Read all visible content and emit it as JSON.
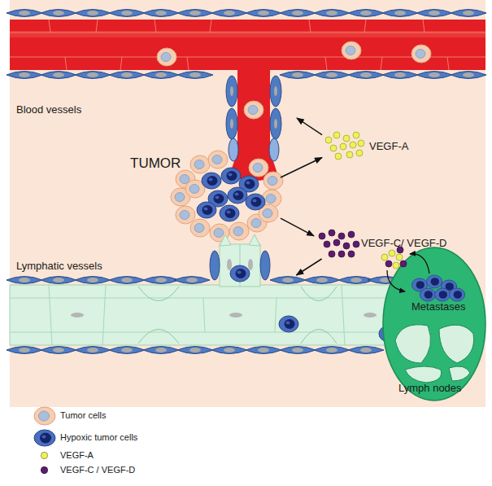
{
  "diagram": {
    "nodes": [
      {
        "text": [
          "Blood vessels"
        ]
      },
      {
        "text": [
          "TUMOR"
        ]
      },
      {
        "text": [
          "VEGF-A"
        ]
      },
      {
        "text": [
          "VEGF-C/ VEGF-D"
        ]
      },
      {
        "text": [
          "Lymphatic vessels"
        ]
      },
      {
        "text": [
          "Lymph nodes"
        ]
      },
      {
        "text": [
          "Metastases"
        ],
        "in": 5
      }
    ],
    "edges": [
      {
        "from": 1,
        "to": 2,
        "arrow": "to"
      },
      {
        "from": 2,
        "to": 0,
        "arrow": "to"
      },
      {
        "from": 1,
        "to": 3,
        "arrow": "to"
      },
      {
        "from": 3,
        "to": 4,
        "arrow": "to"
      }
    ],
    "legend": [
      {
        "text": "Tumor cells"
      },
      {
        "text": "Hypoxic tumor cells"
      },
      {
        "text": "VEGF-A",
        "color": "#eef25a"
      },
      {
        "text": "VEGF-C / VEGF-D",
        "color": "#5b1d6b"
      }
    ]
  }
}
